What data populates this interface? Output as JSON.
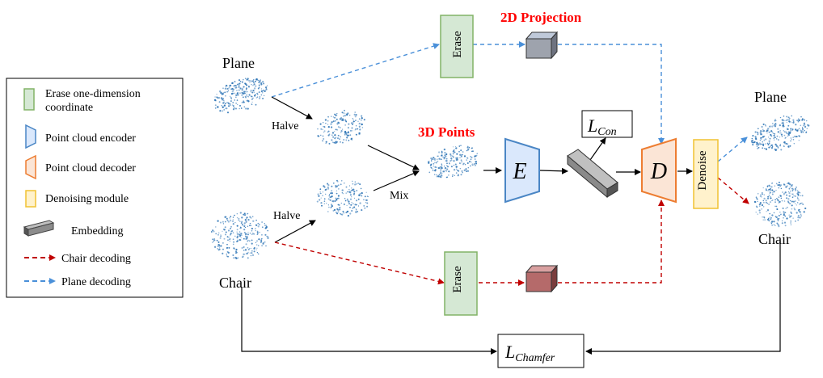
{
  "legend": {
    "items": [
      {
        "icon": "green-rectangle-icon",
        "label_lines": [
          "Erase one-dimension",
          "coordinate"
        ]
      },
      {
        "icon": "blue-trapezoid-icon",
        "label_lines": [
          "Point cloud encoder"
        ]
      },
      {
        "icon": "orange-trapezoid-icon",
        "label_lines": [
          "Point cloud decoder"
        ]
      },
      {
        "icon": "yellow-rectangle-icon",
        "label_lines": [
          "Denoising module"
        ]
      },
      {
        "icon": "gray-bar-icon",
        "label_lines": [
          "Embedding"
        ]
      },
      {
        "icon": "red-dashed-arrow-icon",
        "label_lines": [
          "Chair decoding"
        ]
      },
      {
        "icon": "blue-dashed-arrow-icon",
        "label_lines": [
          "Plane decoding"
        ]
      }
    ]
  },
  "labels": {
    "plane_input": "Plane",
    "chair_input": "Chair",
    "halve_top": "Halve",
    "halve_bottom": "Halve",
    "mix": "Mix",
    "points_3d": "3D Points",
    "projection_2d": "2D Projection",
    "erase_top": "Erase",
    "erase_bottom": "Erase",
    "encoder": "E",
    "decoder": "D",
    "denoise": "Denoise",
    "plane_output": "Plane",
    "chair_output": "Chair"
  },
  "losses": {
    "con": {
      "main": "L",
      "sub": "Con"
    },
    "chamfer": {
      "main": "L",
      "sub": "Chamfer"
    }
  },
  "colors": {
    "erase_fill": "#d5e8d4",
    "erase_stroke": "#82b366",
    "encoder_fill": "#dae8fc",
    "encoder_stroke": "#4a86c5",
    "decoder_fill": "#fbe5d6",
    "decoder_stroke": "#ed7d31",
    "denoise_fill": "#fff2cc",
    "denoise_stroke": "#f1c232",
    "red_label": "#ff0000",
    "blue_dash": "#4a90d9",
    "red_dash": "#c00000",
    "points": "#2e75b6"
  }
}
